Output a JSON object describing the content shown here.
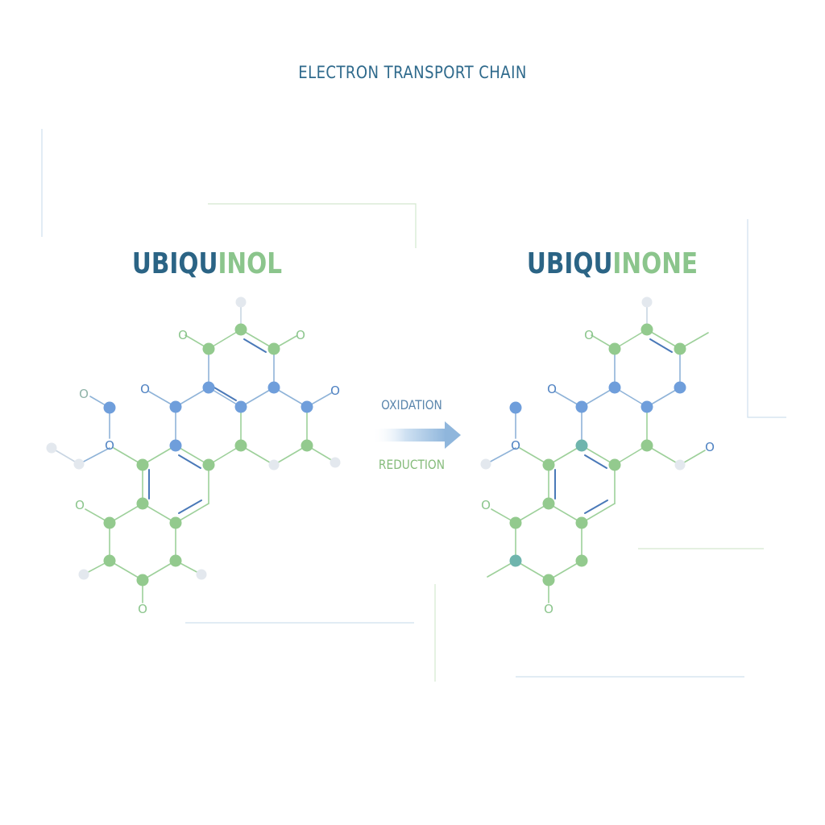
{
  "header": {
    "title": "ELECTRON TRANSPORT CHAIN"
  },
  "left_molecule": {
    "name_part1": "UBIQU",
    "name_part2": "INOL"
  },
  "right_molecule": {
    "name_part1": "UBIQU",
    "name_part2": "INONE"
  },
  "reaction": {
    "forward_label": "OXIDATION",
    "reverse_label": "REDUCTION"
  },
  "atom_labels": {
    "oxygen": "O"
  },
  "colors": {
    "title": "#2f6a8c",
    "name_dark": "#2b6485",
    "name_light": "#8bc58c",
    "atom_green": "#93ca8e",
    "atom_blue": "#6f9edb",
    "atom_teal": "#6fb5ad",
    "atom_hydrogen": "#e3e8ee",
    "bond_green": "#9dd09a",
    "bond_blue": "#7fa6cf",
    "arrow": "#8fb6dc"
  }
}
